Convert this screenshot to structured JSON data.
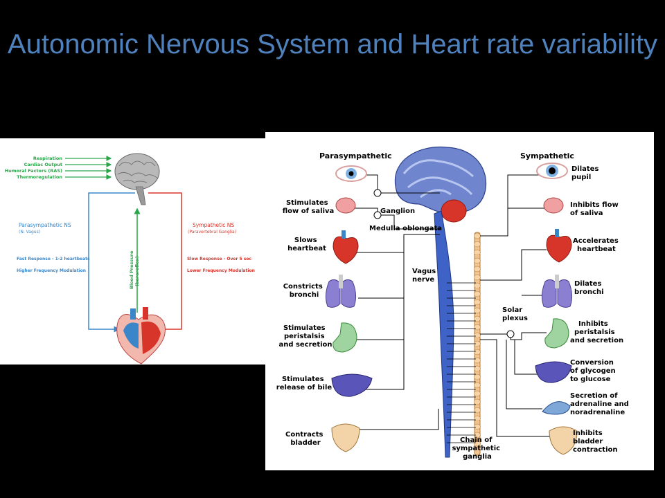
{
  "slide": {
    "title": "Autonomic Nervous System and Heart rate variability"
  },
  "left_diagram": {
    "inputs": [
      "Respiration",
      "Cardiac Output",
      "Humoral Factors (RAS)",
      "Thermoregulation"
    ],
    "parasympathetic": {
      "title": "Parasympathetic NS",
      "subtitle": "(N. Vagus)",
      "response": "Fast Response - 1-2 heartbeats",
      "modulation": "Higher Frequency Modulation"
    },
    "sympathetic": {
      "title": "Sympathetic NS",
      "subtitle": "(Paravertebral Ganglia)",
      "response": "Slow Response - Over 5 sec",
      "modulation": "Lower Frequency Modulation"
    },
    "baroreflex_line1": "Blood Pressure",
    "baroreflex_line2": "(baroreflex)",
    "colors": {
      "input": "#2aa64a",
      "para": "#3a86c8",
      "symp": "#d8352a",
      "baro": "#2aa64a"
    }
  },
  "right_diagram": {
    "parasympathetic_header": "Parasympathetic",
    "sympathetic_header": "Sympathetic",
    "ganglion": "Ganglion",
    "medulla": "Medulla oblongata",
    "vagus": [
      "Vagus",
      "nerve"
    ],
    "solar": [
      "Solar",
      "plexus"
    ],
    "chain": [
      "Chain of",
      "sympathetic",
      "ganglia"
    ],
    "para_effects": [
      [
        "Stimulates",
        "flow of saliva"
      ],
      [
        "Slows",
        "heartbeat"
      ],
      [
        "Constricts",
        "bronchi"
      ],
      [
        "Stimulates",
        "peristalsis",
        "and secretion"
      ],
      [
        "Stimulates",
        "release of bile"
      ],
      [
        "Contracts",
        "bladder"
      ]
    ],
    "symp_effects": [
      [
        "Dilates",
        "pupil"
      ],
      [
        "Inhibits flow",
        "of saliva"
      ],
      [
        "Accelerates",
        "heartbeat"
      ],
      [
        "Dilates",
        "bronchi"
      ],
      [
        "Inhibits",
        "peristalsis",
        "and secretion"
      ],
      [
        "Conversion",
        "of glycogen",
        "to glucose"
      ],
      [
        "Secretion of",
        "adrenaline and",
        "noradrenaline"
      ],
      [
        "Inhibits",
        "bladder",
        "contraction"
      ]
    ]
  }
}
